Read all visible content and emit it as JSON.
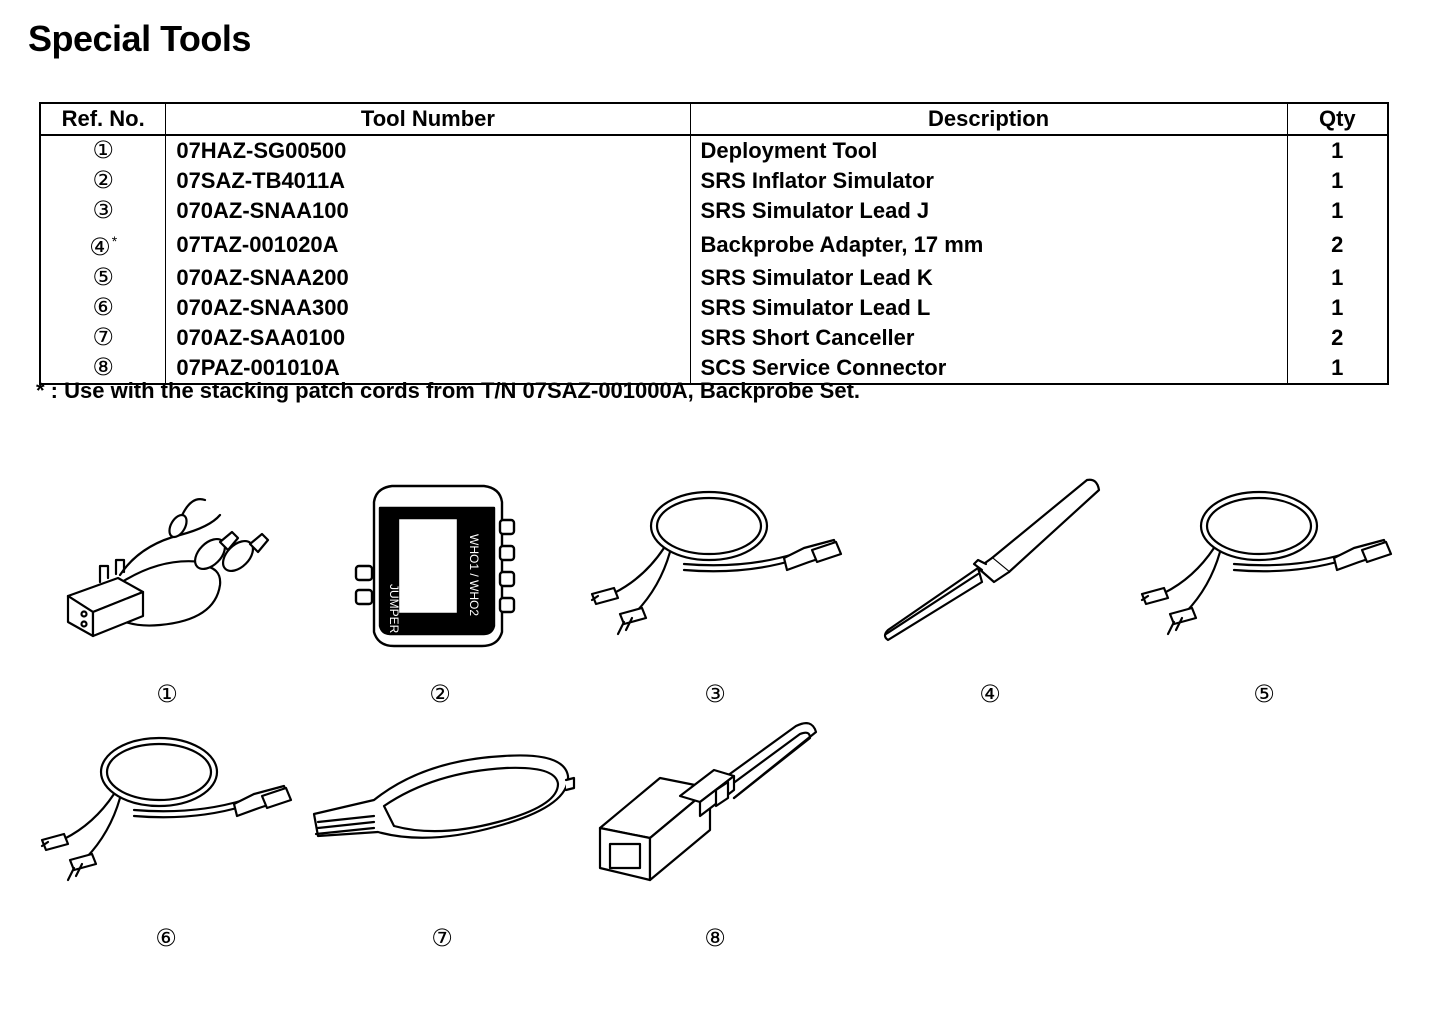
{
  "title": "Special Tools",
  "columns": {
    "ref_no": "Ref. No.",
    "tool_number": "Tool Number",
    "description": "Description",
    "qty": "Qty"
  },
  "tools": [
    {
      "ref": "①",
      "mark": "",
      "tool_number": "07HAZ-SG00500",
      "description": "Deployment Tool",
      "qty": "1"
    },
    {
      "ref": "②",
      "mark": "",
      "tool_number": "07SAZ-TB4011A",
      "description": "SRS Inflator Simulator",
      "qty": "1"
    },
    {
      "ref": "③",
      "mark": "",
      "tool_number": "070AZ-SNAA100",
      "description": "SRS Simulator Lead J",
      "qty": "1"
    },
    {
      "ref": "④",
      "mark": "*",
      "tool_number": "07TAZ-001020A",
      "description": "Backprobe Adapter, 17 mm",
      "qty": "2"
    },
    {
      "ref": "⑤",
      "mark": "",
      "tool_number": "070AZ-SNAA200",
      "description": "SRS Simulator Lead K",
      "qty": "1"
    },
    {
      "ref": "⑥",
      "mark": "",
      "tool_number": "070AZ-SNAA300",
      "description": "SRS Simulator Lead L",
      "qty": "1"
    },
    {
      "ref": "⑦",
      "mark": "",
      "tool_number": "070AZ-SAA0100",
      "description": "SRS Short Canceller",
      "qty": "2"
    },
    {
      "ref": "⑧",
      "mark": "",
      "tool_number": "07PAZ-001010A",
      "description": "SCS Service Connector",
      "qty": "1"
    }
  ],
  "footnote": "* : Use with the stacking patch cords from T/N 07SAZ-001000A, Backprobe Set.",
  "figures": {
    "fig1": {
      "label": "①",
      "illustration": "deployment-tool"
    },
    "fig2": {
      "label": "②",
      "illustration": "inflator-simulator",
      "text_front": "JUMPER",
      "text_side": "WHO1 / WHO2"
    },
    "fig3": {
      "label": "③",
      "illustration": "simulator-lead"
    },
    "fig4": {
      "label": "④",
      "illustration": "backprobe-adapter"
    },
    "fig5": {
      "label": "⑤",
      "illustration": "simulator-lead"
    },
    "fig6": {
      "label": "⑥",
      "illustration": "simulator-lead"
    },
    "fig7": {
      "label": "⑦",
      "illustration": "short-canceller"
    },
    "fig8": {
      "label": "⑧",
      "illustration": "service-connector"
    }
  }
}
